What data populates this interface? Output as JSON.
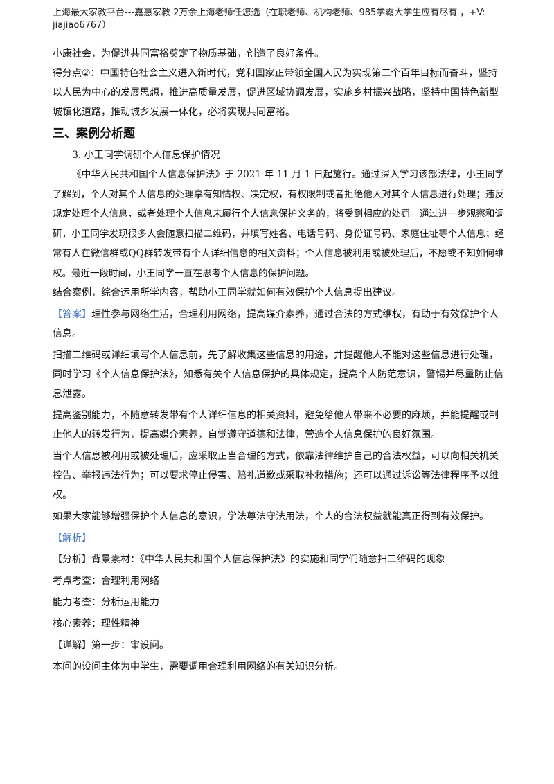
{
  "header": {
    "text": "上海最大家教平台---嘉惠家教    2万余上海老师任您选（在职老师、机构老师、985学霸大学生应有尽有  ，+V: jiajiao6767）"
  },
  "paragraphs": {
    "p1": "小康社会，为促进共同富裕奠定了物质基础，创造了良好条件。",
    "p2": "得分点②：中国特色社会主义进入新时代，党和国家正带领全国人民为实现第二个百年目标而奋斗，坚持以人民为中心的发展思想，推进高质量发展，促进区域协调发展，实施乡村振兴战略，坚持中国特色新型城镇化道路，推动城乡发展一体化，必将实现共同富裕。"
  },
  "section": {
    "heading": "三、案例分析题"
  },
  "question": {
    "title": "3. 小王同学调研个人信息保护情况",
    "case_text": "《中华人民共和国个人信息保护法》于 2021 年 11 月 1 日起施行。通过深入学习该部法律，小王同学了解到，个人对其个人信息的处理享有知情权、决定权，有权限制或者拒绝他人对其个人信息进行处理；违反规定处理个人信息，或者处理个人信息未履行个人信息保护义务的，将受到相应的处罚。通过进一步观察和调研，小王同学发现很多人会随意扫描二维码，并填写姓名、电话号码、身份证号码、家庭住址等个人信息；经常有人在微信群或QQ群转发带有个人详细信息的相关资料；个人信息被利用或被处理后，不愿或不知如何维权。最近一段时间，小王同学一直在思考个人信息的保护问题。",
    "prompt": "结合案例，综合运用所学内容，帮助小王同学就如何有效保护个人信息提出建议。"
  },
  "answer": {
    "tag": "【答案】",
    "a1": "理性参与网络生活，合理利用网络，提高媒介素养，通过合法的方式维权，有助于有效保护个人信息。",
    "a2": "扫描二维码或详细填写个人信息前，先了解收集这些信息的用途，并提醒他人不能对这些信息进行处理，同时学习《个人信息保护法》，知悉有关个人信息保护的具体规定，提高个人防范意识，警惕并尽量防止信息泄露。",
    "a3": "提高鉴别能力，不随意转发带有个人详细信息的相关资料，避免给他人带来不必要的麻烦，并能提醒或制止他人的转发行为，提高媒介素养，自觉遵守道德和法律，营造个人信息保护的良好氛围。",
    "a4": "当个人信息被利用或被处理后，应采取正当合理的方式，依靠法律维护自己的合法权益，可以向相关机关控告、举报违法行为；可以要求停止侵害、赔礼道歉或采取补救措施；还可以通过诉讼等法律程序予以维权。",
    "a5": "如果大家能够增强保护个人信息的意识，学法尊法守法用法，个人的合法权益就能真正得到有效保护。"
  },
  "analysis": {
    "tag": "【解析】",
    "fenxi": "【分析】背景素材：《中华人民共和国个人信息保护法》的实施和同学们随意扫二维码的现象",
    "kaodian": "考点考查：合理利用网络",
    "nengli": "能力考查：分析运用能力",
    "suyang": "核心素养：理性精神",
    "xiangjie": "【详解】第一步：审设问。",
    "last": "本问的设问主体为中学生，需要调用合理利用网络的有关知识分析。"
  }
}
